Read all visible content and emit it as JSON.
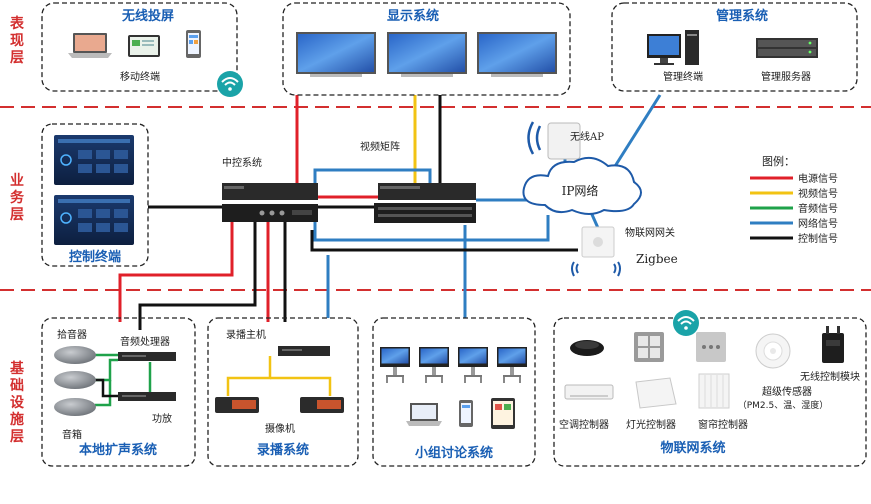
{
  "layers": {
    "presentation": [
      "表",
      "现",
      "层"
    ],
    "business": [
      "业",
      "务",
      "层"
    ],
    "infrastructure": [
      "基",
      "础",
      "设",
      "施",
      "层"
    ]
  },
  "boxes": {
    "wireless_cast": {
      "title": "无线投屏",
      "caption": "移动终端"
    },
    "display": {
      "title": "显示系统"
    },
    "management": {
      "title": "管理系统",
      "terminal": "管理终端",
      "server": "管理服务器"
    },
    "control_terminal": {
      "title": "控制终端"
    },
    "pa": {
      "title": "本地扩声系统",
      "mic": "拾音器",
      "processor": "音频处理器",
      "amp": "功放",
      "speaker": "音箱"
    },
    "recording": {
      "title": "录播系统",
      "host": "录播主机",
      "camera": "摄像机"
    },
    "discussion": {
      "title": "小组讨论系统"
    },
    "iot": {
      "title": "物联网系统",
      "ac": "空调控制器",
      "light": "灯光控制器",
      "curtain": "窗帘控制器",
      "sensor_line1": "超级传感器",
      "sensor_line2": "（PM2.5、温、湿度）",
      "wireless_module": "无线控制模块"
    }
  },
  "nodes": {
    "central_control": "中控系统",
    "video_matrix": "视频矩阵",
    "wireless_ap": "无线AP",
    "ip_network": "IP网络",
    "iot_gateway": "物联网网关",
    "zigbee": "Zigbee"
  },
  "legend": {
    "title": "图例：",
    "items": [
      {
        "label": "电源信号",
        "color": "#e0202a"
      },
      {
        "label": "视频信号",
        "color": "#f2c313"
      },
      {
        "label": "音频信号",
        "color": "#1fa24a"
      },
      {
        "label": "网络信号",
        "color": "#2f7ec2"
      },
      {
        "label": "控制信号",
        "color": "#111111"
      }
    ]
  },
  "colors": {
    "title_blue": "#1a5fb4",
    "layer_red": "#d32f2f",
    "divider_red": "#d32f2f",
    "wifi_teal": "#1aa3a8"
  }
}
